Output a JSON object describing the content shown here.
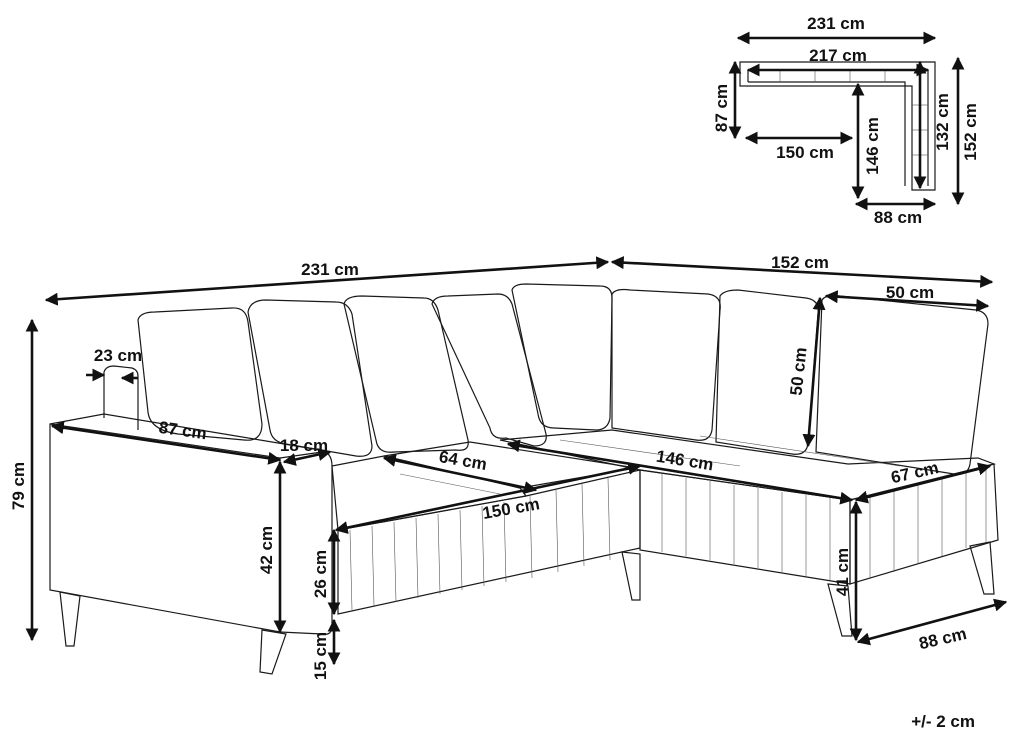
{
  "plan_view": {
    "overall_length": "231 cm",
    "inner_length": "217 cm",
    "left_depth": "87 cm",
    "seat_length": "150 cm",
    "chaise_inner": "146 cm",
    "chaise_outer_inner": "132 cm",
    "chaise_length": "152 cm",
    "chaise_width": "88 cm"
  },
  "sofa_view": {
    "overall_length": "231 cm",
    "chaise_length": "152 cm",
    "cushion_width": "50 cm",
    "arm_width": "23 cm",
    "total_height": "79 cm",
    "depth": "87 cm",
    "arm_height_width": "18 cm",
    "seat_depth": "64 cm",
    "chaise_seat": "146 cm",
    "cushion_height": "50 cm",
    "chaise_seat_width": "67 cm",
    "seat_length": "150 cm",
    "arm_height": "42 cm",
    "base_height": "26 cm",
    "chaise_base_height": "41 cm",
    "chaise_depth": "88 cm",
    "leg_height": "15 cm"
  },
  "tolerance": "+/- 2 cm"
}
